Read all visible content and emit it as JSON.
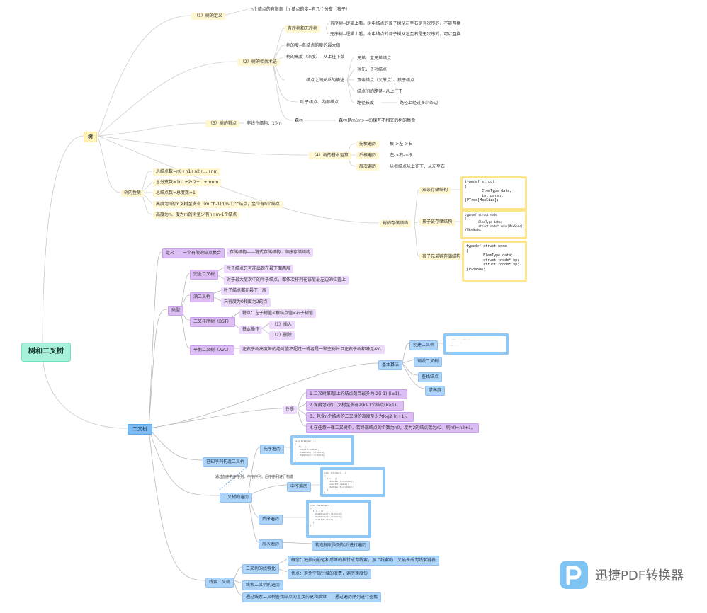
{
  "root": "树和二叉树",
  "tree": {
    "label": "树",
    "definition": {
      "label": "（1）树的定义",
      "text": "n个结点的有限集（n  结点的度--有几个分支（孩子）"
    },
    "relations": {
      "label": "（2）树的相关术语",
      "ordered": {
        "label": "有序树和无序树",
        "items": [
          "有序树--逻辑上看，树中结点的各子树从左至右是有次序的，不能互换",
          "无序树--逻辑上看，树中结点的各子树从左至右是无次序的，可以互换"
        ]
      },
      "degree": "树的度--各结点的度的最大值",
      "height": "树的高度（深度）--从上往下数",
      "between": {
        "label": "结点之间关系的描述",
        "items": [
          "兄弟、堂兄弟结点",
          "祖先、子孙结点",
          "双亲结点（父节点）、孩子结点",
          "结点间的路径--从上往下"
        ],
        "path_len": "路径长度",
        "path_len_note": "路径上经过多少条边"
      },
      "leaf": "叶子结点、内部结点",
      "forest": "森林",
      "forest_note": "森林是m(m>=0)棵互不相交的树的集合"
    },
    "features": {
      "label": "（3）树的特点",
      "text": "非线性结构：1对n"
    },
    "operations": {
      "label": "（4）树的基本运算",
      "items": [
        {
          "name": "先根遍历",
          "note": "根->左->右"
        },
        {
          "name": "后根遍历",
          "note": "左->右->根"
        },
        {
          "name": "层次遍历",
          "note": "从根结点从上往下、从左至右"
        }
      ]
    },
    "properties": {
      "label": "树的性质",
      "items": [
        "总结点数=n0+n1+n2+...+nm",
        "总分支数=1n1+2n2+...+mnm",
        "总结点数=总度数+1",
        "高度为h的m叉树至多有（m^h-1)/(m-1)个结点，至少有h个结点",
        "高度为h、度为m的树至少有h+m-1个结点"
      ]
    },
    "storage": {
      "label": "树的存储结构",
      "items": [
        {
          "name": "双亲存储结构",
          "code": "typedef struct\n{\n        ElemType data;\n        int parent;\n}PTree[MaxSize];"
        },
        {
          "name": "孩子链存储结构",
          "code": "typedef struct node\n{\n        ElemType data;\n        struct node* sons[MaxSons];\n}TSonNode;"
        },
        {
          "name": "孩子兄弟链存储结构",
          "code": "typedef struct node\n{\n        ElemType data;\n        struct tnode* hp;\n        struct tnode* vp;\n}TSBNode;"
        }
      ]
    }
  },
  "binary_tree": {
    "label": "二叉树",
    "definition": {
      "label": "定义——一个有限的结点集合",
      "text": "存储结构——链式存储结构、顺序存储结构"
    },
    "types": {
      "label": "类型",
      "complete": {
        "label": "完全二叉树",
        "items": [
          "叶子结点只可能出现在最下面两层",
          "对于最大层次中的叶子结点，都依次排列在该层最左边的位置上"
        ]
      },
      "full": {
        "label": "满二叉树",
        "items": [
          "叶子结点都在最下一层",
          "只有度为0和度为2的点"
        ]
      },
      "bst": {
        "label": "二叉排序树（BST）",
        "feature": "特点：左子树值<根结点值<右子树值",
        "ops_label": "基本操作",
        "ops": [
          "（1）插入",
          "（2）删除"
        ]
      },
      "avl": {
        "label": "平衡二叉树（AVL）",
        "text": "左右子树高度差的绝对值不超过一或者是一颗空树并且左右子树都满足AVL"
      }
    },
    "algorithms": {
      "label": "基本算法",
      "items": [
        "创建二叉树",
        "销毁二叉树",
        "查找结点",
        "求高度"
      ]
    },
    "properties": {
      "label": "性质",
      "items": [
        "1.二叉树第i层上的结点数目最多为 2(i-1) (i≥1)。",
        "2.深度为k的二叉树至多有2(k)-1个结点(k≥1)。",
        "3．包含n个结点的二叉树的高度至少为log2 (n+1)。",
        "4.在任意一棵二叉树中，若终端结点的个数为n0，度为2的结点数为n2，则n0=n2+1。"
      ]
    },
    "build": {
      "label": "已知序列构造二叉树",
      "note": "通过前序先序序列、中序序列、后序序列进行构造"
    },
    "traversal": {
      "label": "二叉树的遍历",
      "items": [
        "先序遍历",
        "中序遍历",
        "后序遍历",
        "层次遍历"
      ],
      "level_note": "构造辅助队列然后进行遍历"
    },
    "threaded": {
      "label": "线索二叉树",
      "clue": "二叉树的线索化",
      "concept": "概念：把指向前驱和后继的指针成为线索，加上线索的二叉链表成为线索链表",
      "advantage": "优点：避免空指针域的浪费，遍历速度快",
      "trav": "线索二叉树的遍历",
      "find": "通过线索二叉树查找结点的直接前驱和后继——通过遍历序列进行查找"
    }
  },
  "watermark": "迅捷PDF转换器",
  "colors": {
    "tree": "#f4d35e",
    "binary": "#5aa6ea",
    "root": "#a6f0dc",
    "purple": "#dcbdf4"
  }
}
